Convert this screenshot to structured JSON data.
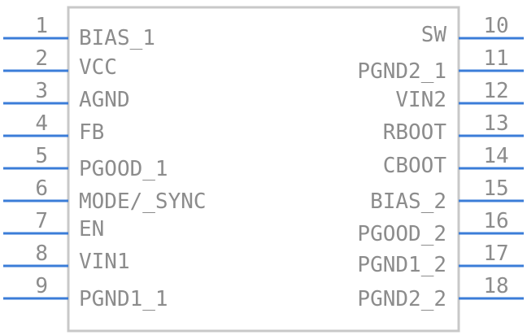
{
  "component": {
    "body_color": "#c8c8c8",
    "pin_color": "#3b7dd8",
    "text_color": "#8c8c8c",
    "left_pins": [
      {
        "number": "1",
        "label": "BIAS_1"
      },
      {
        "number": "2",
        "label": "VCC"
      },
      {
        "number": "3",
        "label": "AGND"
      },
      {
        "number": "4",
        "label": "FB"
      },
      {
        "number": "5",
        "label": "PGOOD_1"
      },
      {
        "number": "6",
        "label": "MODE/_SYNC"
      },
      {
        "number": "7",
        "label": "EN"
      },
      {
        "number": "8",
        "label": "VIN1"
      },
      {
        "number": "9",
        "label": "PGND1_1"
      }
    ],
    "right_pins": [
      {
        "number": "10",
        "label": "SW"
      },
      {
        "number": "11",
        "label": "PGND2_1"
      },
      {
        "number": "12",
        "label": "VIN2"
      },
      {
        "number": "13",
        "label": "RBOOT"
      },
      {
        "number": "14",
        "label": "CBOOT"
      },
      {
        "number": "15",
        "label": "BIAS_2"
      },
      {
        "number": "16",
        "label": "PGOOD_2"
      },
      {
        "number": "17",
        "label": "PGND1_2"
      },
      {
        "number": "18",
        "label": "PGND2_2"
      }
    ]
  }
}
